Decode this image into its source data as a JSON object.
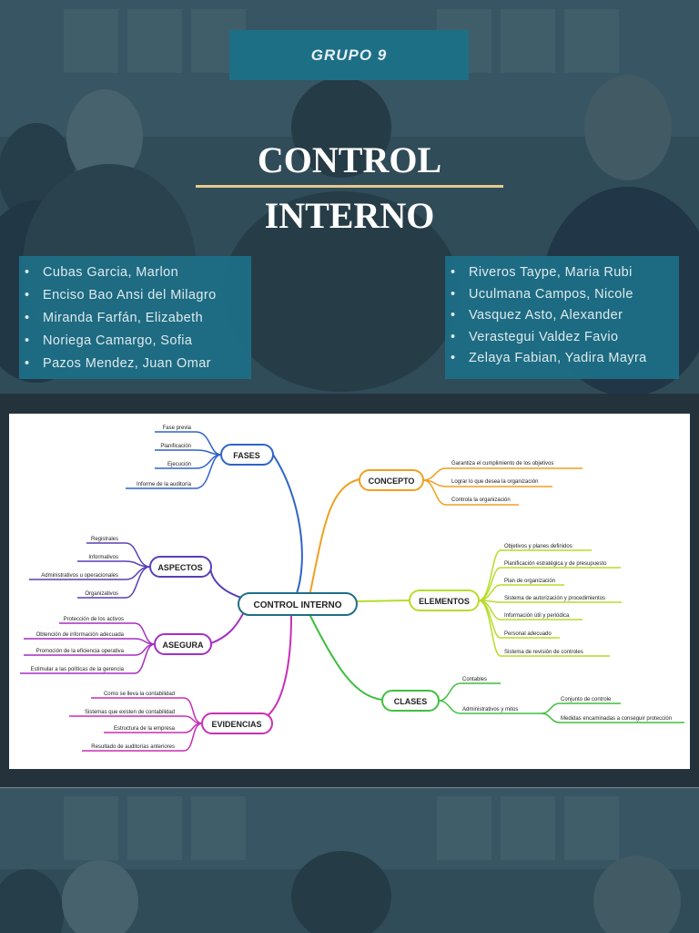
{
  "slide": {
    "group_label": "GRUPO 9",
    "title_line1": "CONTROL",
    "title_line2": "INTERNO",
    "accent_color": "#1d6f86",
    "divider_color": "#e6c98f",
    "members_left": [
      "Cubas Garcia, Marlon",
      "Enciso Bao Ansi del Milagro",
      "Miranda Farfán, Elizabeth",
      "Noriega Camargo, Sofia",
      "Pazos Mendez, Juan Omar"
    ],
    "members_right": [
      "Riveros Taype, Maria Rubi",
      "Uculmana Campos, Nicole",
      "Vasquez Asto, Alexander",
      "Verastegui Valdez Favio",
      "Zelaya Fabian, Yadira Mayra"
    ]
  },
  "mindmap": {
    "center": "CONTROL INTERNO",
    "branches": {
      "fases": {
        "label": "FASES",
        "color": "#2f63c8",
        "items": [
          "Fase previa",
          "Planificación",
          "Ejecución",
          "Informe de la auditoría"
        ]
      },
      "aspectos": {
        "label": "ASPECTOS",
        "color": "#5a3fb5",
        "items": [
          "Registrales",
          "Informativos",
          "Administrativos u operacionales",
          "Organizativos"
        ]
      },
      "asegura": {
        "label": "ASEGURA",
        "color": "#a52fc0",
        "items": [
          "Protección de los activos",
          "Obtención de información adecuada",
          "Promoción de la eficiencia operativa",
          "Estimular a las políticas de la gerencia"
        ]
      },
      "evidencias": {
        "label": "EVIDENCIAS",
        "color": "#c82fb4",
        "items": [
          "Como se lleva la contabilidad",
          "Sistemas que existen de contabilidad",
          "Estructura de la empresa",
          "Resultado de auditorías anteriores"
        ]
      },
      "concepto": {
        "label": "CONCEPTO",
        "color": "#f0a020",
        "items": [
          "Garantiza el cumplimiento de los objetivos",
          "Lograr lo que desea la organización",
          "Controla la organización"
        ]
      },
      "elementos": {
        "label": "ELEMENTOS",
        "color": "#b7dc2a",
        "items": [
          "Objetivos y planes definidos",
          "Planificación estratégica y de presupuesto",
          "Plan de organización",
          "Sistema de autorización y procedimientos",
          "Información útil y periódica",
          "Personal adecuado",
          "Sistema de revisión de controles"
        ]
      },
      "clases": {
        "label": "CLASES",
        "color": "#3fbf3f",
        "items": [
          "Contables",
          "Administrativos y mitos"
        ],
        "sub_items": [
          "Conjunto de controle",
          "Medidas encaminadas a conseguir protección"
        ]
      }
    }
  }
}
